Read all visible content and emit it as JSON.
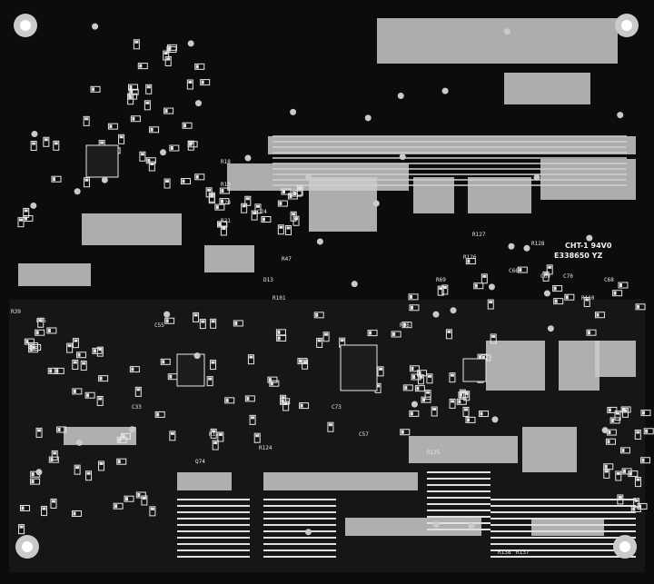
{
  "board": {
    "marking_line1": "CHT-1 94V0",
    "marking_line2": "E338650 YZ",
    "colors": {
      "board": "#0c0c0d",
      "solder": "#c9cacc",
      "pad": "#e6e6e6",
      "silk": "#e8e8e8"
    },
    "silk_labels": [
      "R128",
      "C69",
      "C70",
      "R127",
      "R126",
      "R47",
      "C24",
      "R19",
      "R20",
      "R21",
      "R18",
      "C55",
      "R101",
      "C33",
      "C73",
      "R96",
      "R122",
      "R124",
      "R135",
      "R138",
      "R137",
      "D13",
      "R69",
      "Q74",
      "C57",
      "R110",
      "C66",
      "C68",
      "R39",
      "D15"
    ]
  }
}
